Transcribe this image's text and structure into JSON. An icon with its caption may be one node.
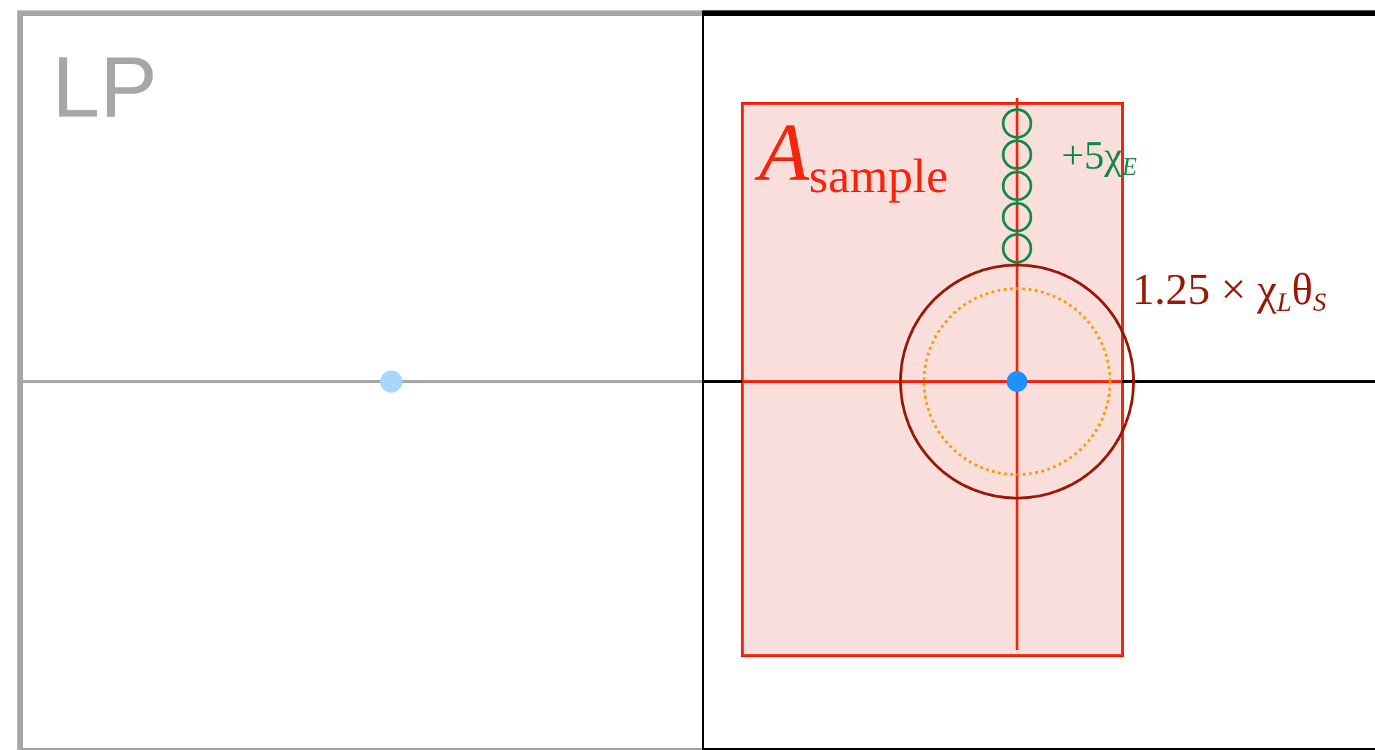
{
  "diagram": {
    "nodes": [
      {
        "text": [
          "LP"
        ]
      },
      {
        "text": [],
        "shape": "box"
      },
      {
        "text": [
          "*A*$_{sample}$"
        ],
        "in": 1
      }
    ],
    "labels": [
      "+5χ$_{E}$",
      "1.25 × χ$_{L}$θ$_{S}$"
    ]
  }
}
